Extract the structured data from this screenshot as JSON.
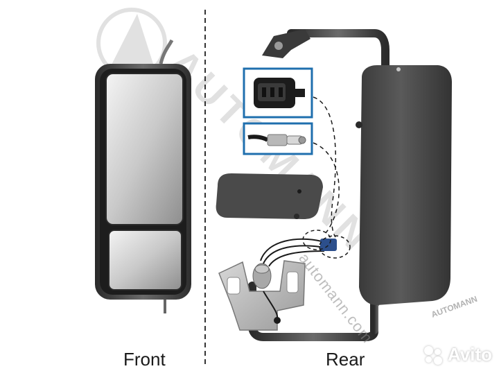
{
  "labels": {
    "front": "Front",
    "rear": "Rear"
  },
  "watermark": {
    "brand": "AUTOMANN",
    "site": "automann.com",
    "logo_lettering": "AUTOMANN"
  },
  "marketplace_badge": {
    "text": "Avito"
  },
  "colors": {
    "background": "#ffffff",
    "mirror_housing": "#4a4a4a",
    "inset_border": "#1f6fae",
    "divider": "#333333"
  }
}
